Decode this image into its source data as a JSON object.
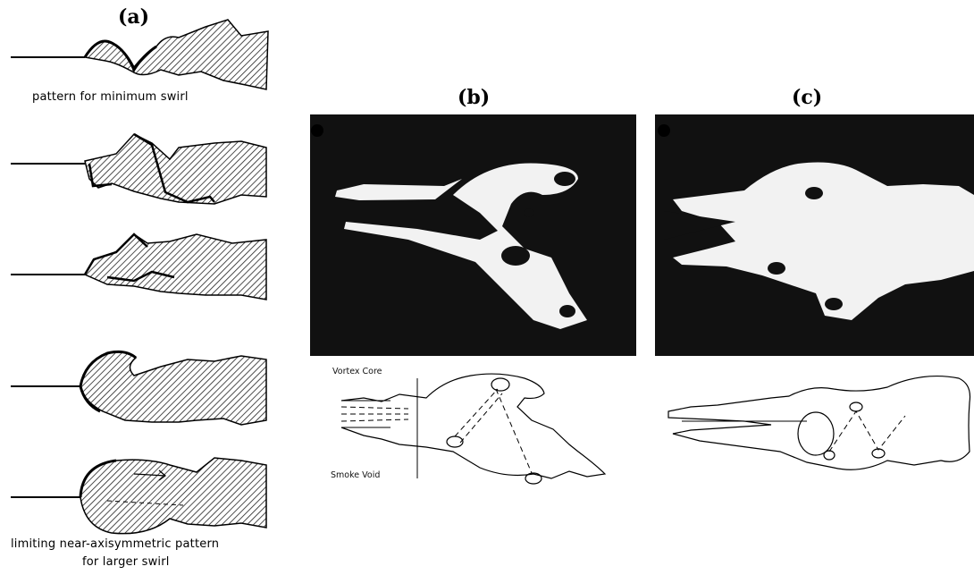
{
  "figure": {
    "panels": [
      {
        "id": "a",
        "label": "(a)"
      },
      {
        "id": "b",
        "label": "(b)"
      },
      {
        "id": "c",
        "label": "(c)"
      }
    ],
    "panel_a": {
      "caption_top": "pattern for minimum swirl",
      "caption_bottom_line1": "limiting near-axisymmetric pattern",
      "caption_bottom_line2": "for larger swirl",
      "sketch_count": 5
    },
    "panel_b": {
      "annotation_top": "Vortex Core",
      "annotation_bottom": "Smoke Void"
    },
    "colors": {
      "photo_background": "#111111",
      "smoke": "#f2f2f2",
      "ink": "#000000"
    }
  }
}
